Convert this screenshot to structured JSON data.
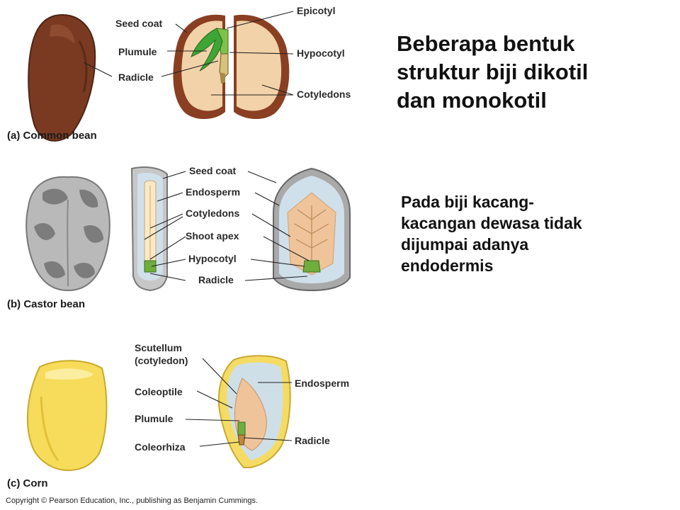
{
  "title_lines": [
    "Beberapa bentuk",
    "struktur biji dikotil",
    "dan monokotil"
  ],
  "note_lines": [
    "Pada biji kacang-",
    "kacangan dewasa tidak",
    "dijumpai adanya",
    "endodermis"
  ],
  "panels": {
    "common_bean": {
      "caption": "(a) Common bean",
      "labels": {
        "seed_coat": "Seed coat",
        "plumule": "Plumule",
        "radicle": "Radicle",
        "epicotyl": "Epicotyl",
        "hypocotyl": "Hypocotyl",
        "cotyledons": "Cotyledons"
      }
    },
    "castor_bean": {
      "caption": "(b) Castor bean",
      "labels": {
        "seed_coat": "Seed coat",
        "endosperm": "Endosperm",
        "cotyledons": "Cotyledons",
        "shoot_apex": "Shoot apex",
        "hypocotyl": "Hypocotyl",
        "radicle": "Radicle"
      }
    },
    "corn": {
      "caption": "(c) Corn",
      "labels": {
        "scutellum_line1": "Scutellum",
        "scutellum_line2": "(cotyledon)",
        "coleoptile": "Coleoptile",
        "plumule": "Plumule",
        "coleorhiza": "Coleorhiza",
        "endosperm": "Endosperm",
        "radicle": "Radicle"
      }
    }
  },
  "copyright": "Copyright © Pearson Education, Inc., publishing as Benjamin Cummings.",
  "colors": {
    "seed_brown": "#7a3a22",
    "cotyledon_tan": "#f2d2a8",
    "endosperm_blue": "#cfdfe8",
    "castor_gray": "#a9a9a9",
    "corn_yellow": "#f6dc5a",
    "embryo_green": "#6fae3c"
  }
}
